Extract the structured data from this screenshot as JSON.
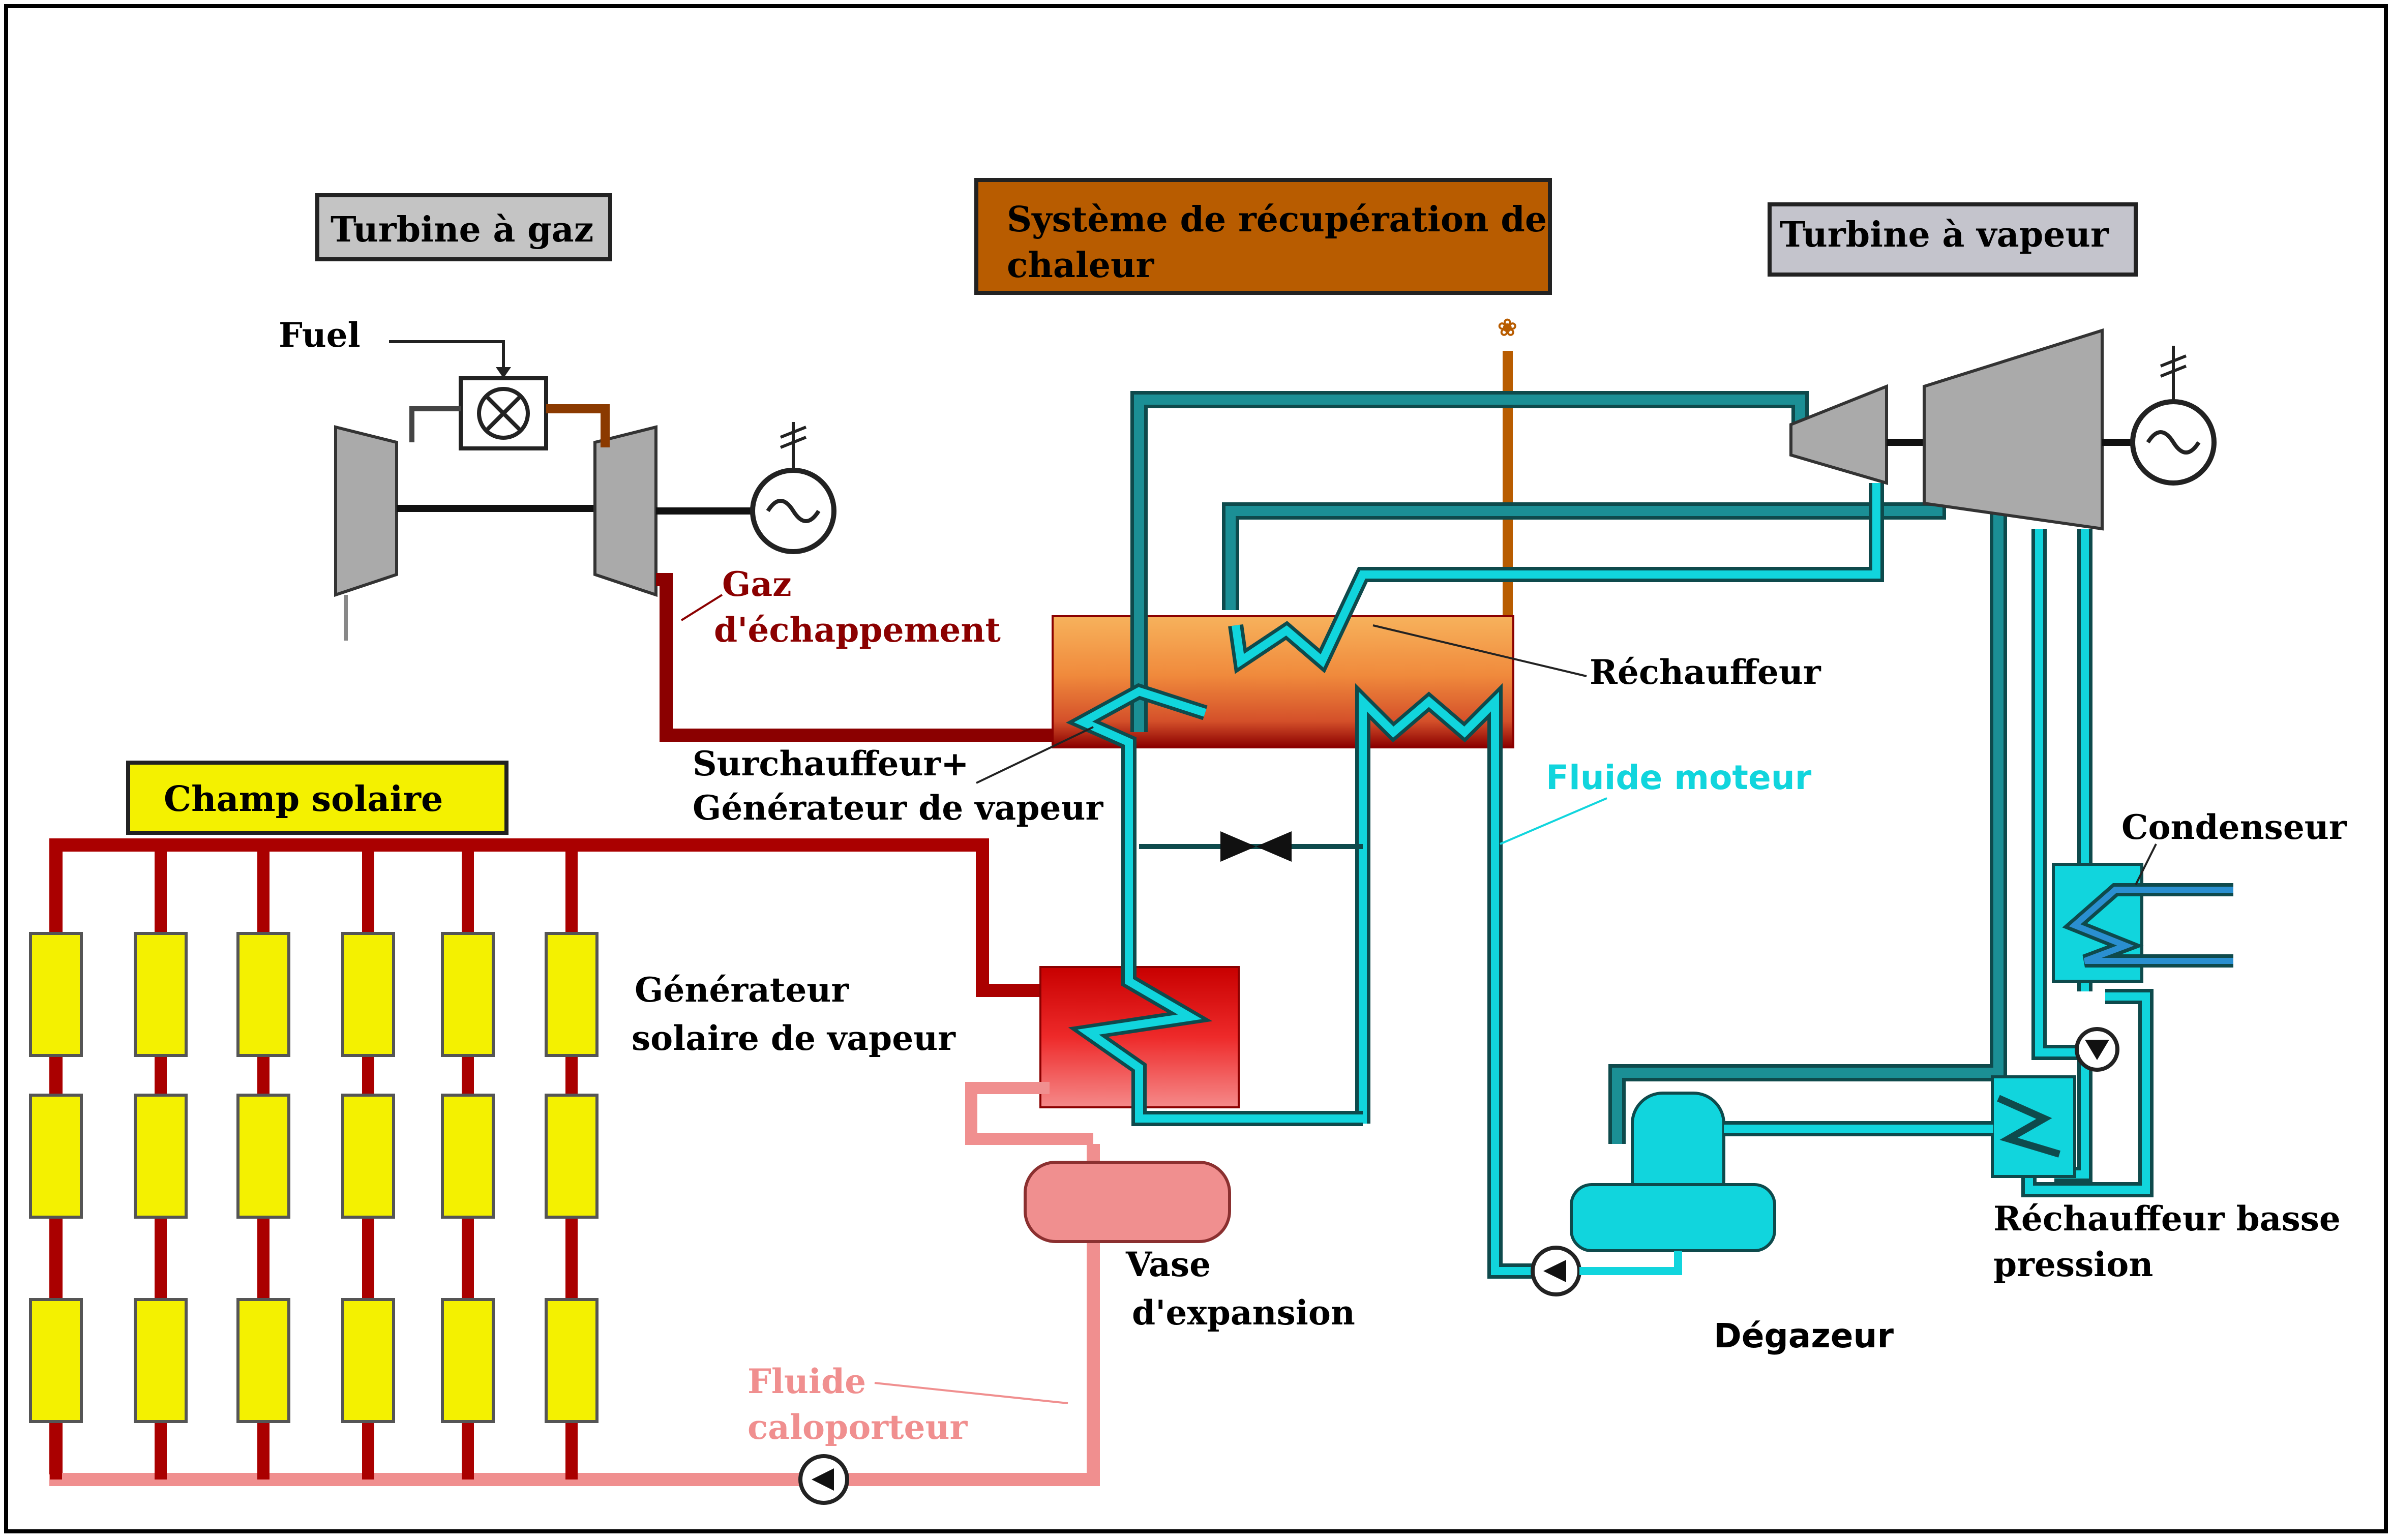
{
  "labels": {
    "gas_turbine": "Turbine à gaz",
    "heat_recovery_line1": "Système de récupération de",
    "heat_recovery_line2": "chaleur",
    "steam_turbine": "Turbine à vapeur",
    "fuel": "Fuel",
    "exhaust_gas_line1": "Gaz",
    "exhaust_gas_line2": "d'échappement",
    "reheater": "Réchauffeur",
    "superheater_line1": "Surchauffeur+",
    "superheater_line2": "Générateur de vapeur",
    "working_fluid": "Fluide moteur",
    "solar_field": "Champ solaire",
    "solar_generator_line1": "Générateur",
    "solar_generator_line2": "solaire de vapeur",
    "condenser": "Condenseur",
    "expansion_vessel_line1": "Vase",
    "expansion_vessel_line2": "d'expansion",
    "deaerator": "Dégazeur",
    "lp_heater_line1": "Réchauffeur basse",
    "lp_heater_line2": "pression",
    "heat_transfer_fluid_line1": "Fluide",
    "heat_transfer_fluid_line2": "caloporteur"
  },
  "colors": {
    "exhaust": "#8b0000",
    "steam_pipe": "#1b8f95",
    "working_fluid": "#11d5dd",
    "heat_transfer_fluid": "#f08f8f",
    "solar_loop": "#aa0000",
    "collector": "#f4f100",
    "hrsg_box": "#f0a04a",
    "heat_recovery_box": "#b85c00",
    "turbine_gray": "#aaaaaa",
    "label_gray": "#c4c4c4"
  }
}
